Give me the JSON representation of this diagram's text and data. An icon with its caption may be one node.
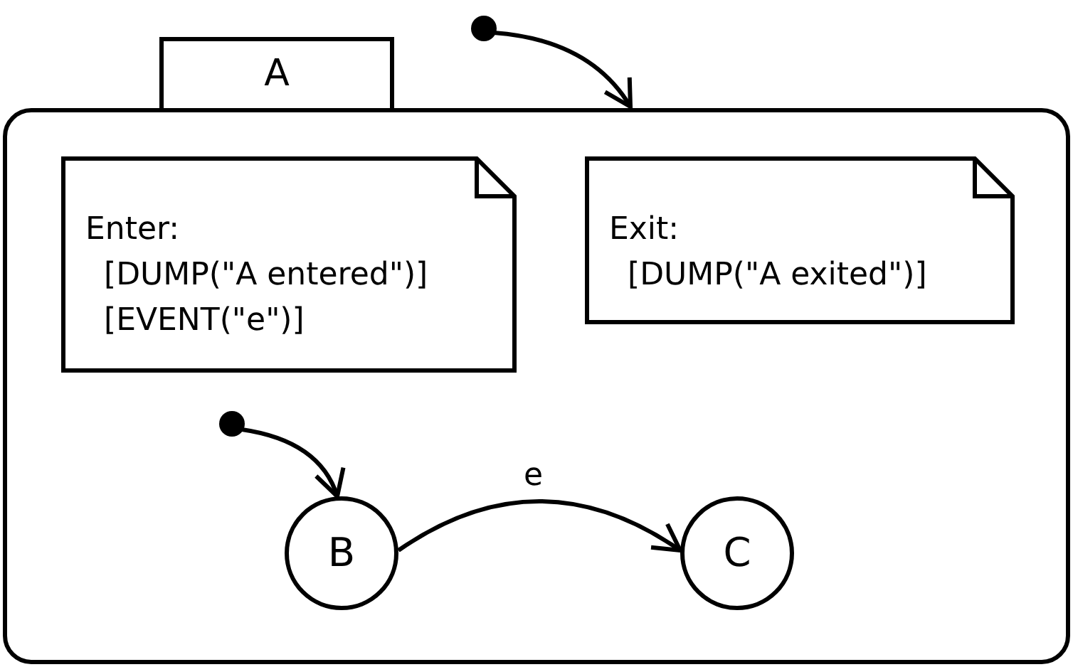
{
  "diagram": {
    "nodes": [
      {
        "text": [
          "A"
        ]
      },
      {
        "text": [
          "Enter:",
          "[DUMP(\"A entered\")]",
          "[EVENT(\"e\")]"
        ],
        "in": 0
      },
      {
        "text": [
          "Exit:",
          "[DUMP(\"A exited\")]"
        ],
        "in": 0
      },
      {
        "text": [],
        "shape": "circle"
      },
      {
        "text": [],
        "shape": "circle",
        "in": 0
      },
      {
        "text": [
          "B"
        ],
        "in": 0
      },
      {
        "text": [
          "C"
        ],
        "in": 0
      }
    ],
    "edges": [
      {
        "from": 3,
        "to": 0,
        "arrow": "to"
      },
      {
        "from": 4,
        "to": 5,
        "arrow": "to"
      },
      {
        "from": 5,
        "to": 6,
        "label": "e",
        "arrow": "to"
      }
    ]
  }
}
